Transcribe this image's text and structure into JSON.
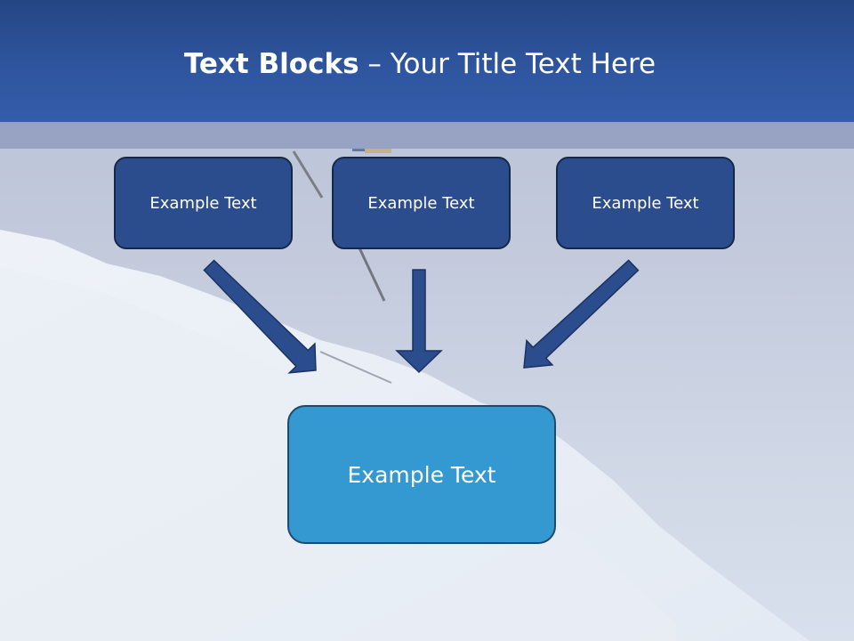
{
  "slide": {
    "title_bold": "Text Blocks",
    "title_rest": " – Your Title Text Here",
    "blocks": [
      {
        "label": "Example Text"
      },
      {
        "label": "Example Text"
      },
      {
        "label": "Example Text"
      }
    ],
    "main_block": {
      "label": "Example Text"
    },
    "colors": {
      "header": "#2f56a0",
      "block_fill": "#2c4d8d",
      "main_block_fill": "#3498d1",
      "arrow_fill": "#2c4d8d"
    }
  }
}
